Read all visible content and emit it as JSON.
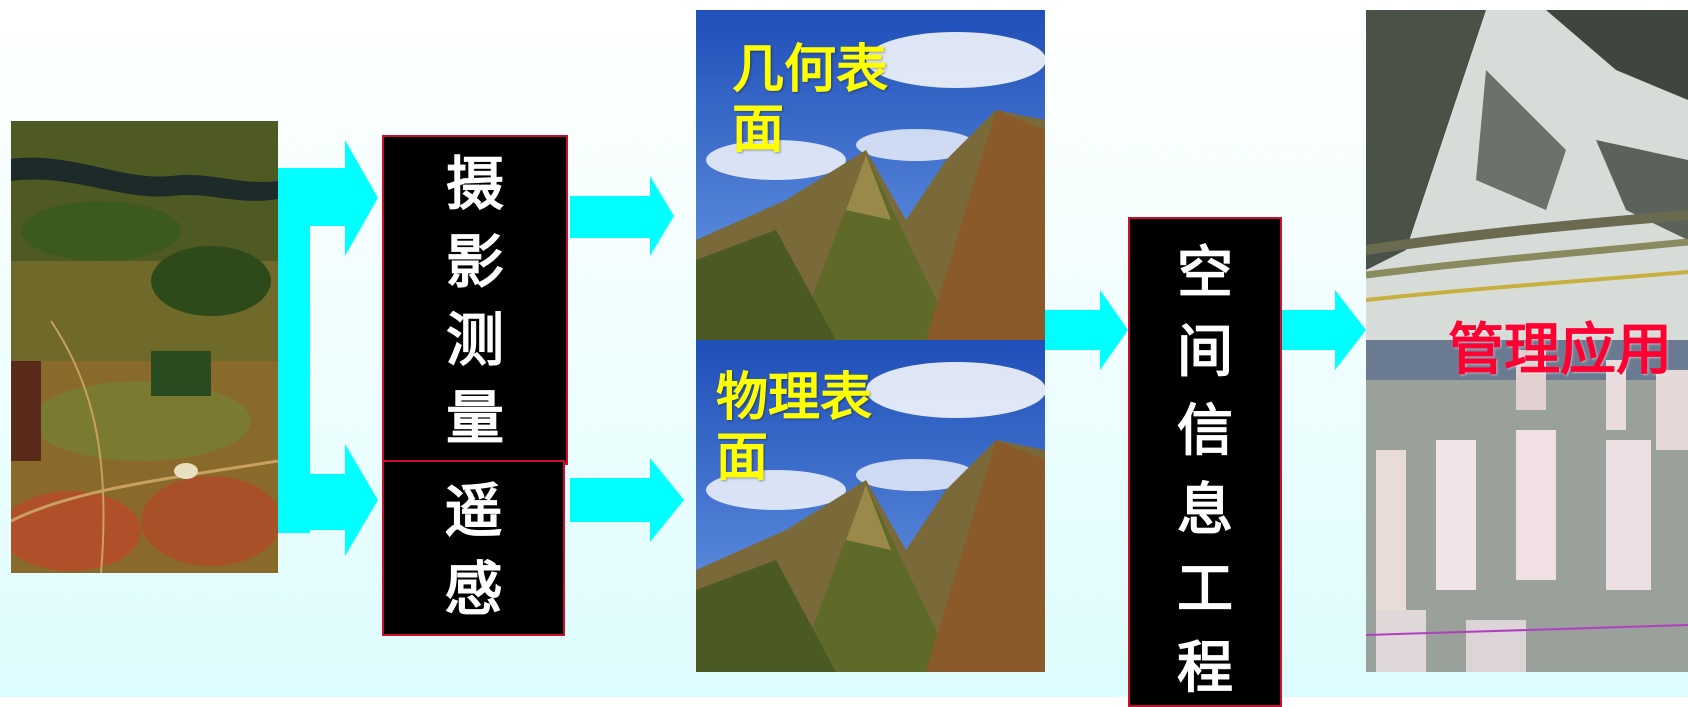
{
  "colors": {
    "arrow": "#00ffff",
    "box_bg": "#000000",
    "box_border": "#c8102e",
    "box_text": "#ffffff",
    "surface_label": "#ffff00",
    "app_label": "#ff0033"
  },
  "source_image": {
    "icon": "satellite-image"
  },
  "boxes": {
    "photogrammetry": [
      "摄",
      "影",
      "测",
      "量"
    ],
    "remote_sensing": [
      "遥",
      "感"
    ],
    "spatial_info": [
      "空",
      "间",
      "信",
      "息",
      "工",
      "程"
    ]
  },
  "surfaces": {
    "geometric": {
      "label_line1": "几何表",
      "label_line2": "面",
      "icon": "mountain-image"
    },
    "physical": {
      "label_line1": "物理表",
      "label_line2": "面",
      "icon": "mountain-image"
    }
  },
  "application": {
    "label": "管理应用",
    "icon": "city-image"
  }
}
